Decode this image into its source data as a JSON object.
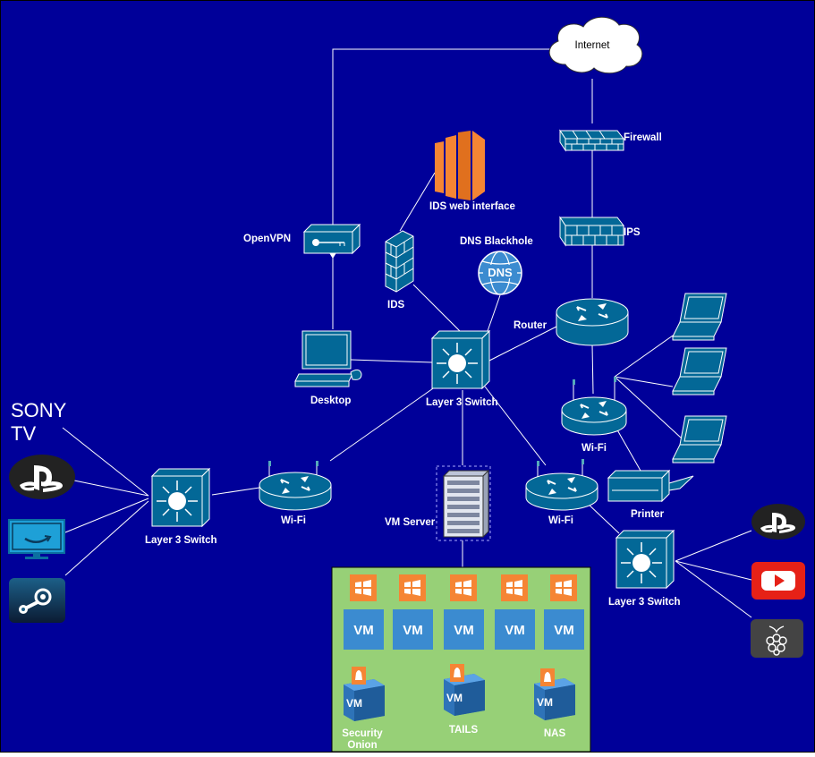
{
  "labels": {
    "internet": "Internet",
    "firewall": "Firewall",
    "ips": "IPS",
    "router": "Router",
    "ids_web": "IDS web interface",
    "ids": "IDS",
    "dns_blackhole": "DNS Blackhole",
    "dns_icon_text": "DNS",
    "openvpn": "OpenVPN",
    "desktop": "Desktop",
    "l3_center": "Layer 3 Switch",
    "l3_left": "Layer 3 Switch",
    "l3_right": "Layer 3 Switch",
    "wifi_left": "Wi-Fi",
    "wifi_center": "Wi-Fi",
    "wifi_right": "Wi-Fi",
    "printer": "Printer",
    "vm_server": "VM Server",
    "sony_tv_line1": "SONY",
    "sony_tv_line2": "TV"
  },
  "vm_row": [
    "VM",
    "VM",
    "VM",
    "VM",
    "VM"
  ],
  "linux_vms": [
    {
      "icon": "VM",
      "line1": "Security",
      "line2": "Onion"
    },
    {
      "icon": "VM",
      "line1": "TAILS",
      "line2": ""
    },
    {
      "icon": "VM",
      "line1": "NAS",
      "line2": ""
    }
  ],
  "colors": {
    "background": "#000099",
    "device_fill": "#036897",
    "vm_area": "#97D077",
    "vm_tile": "#3B8BD0",
    "windows_orange": "#F58534",
    "youtube_red": "#E62117",
    "dark_icon": "#222222"
  }
}
